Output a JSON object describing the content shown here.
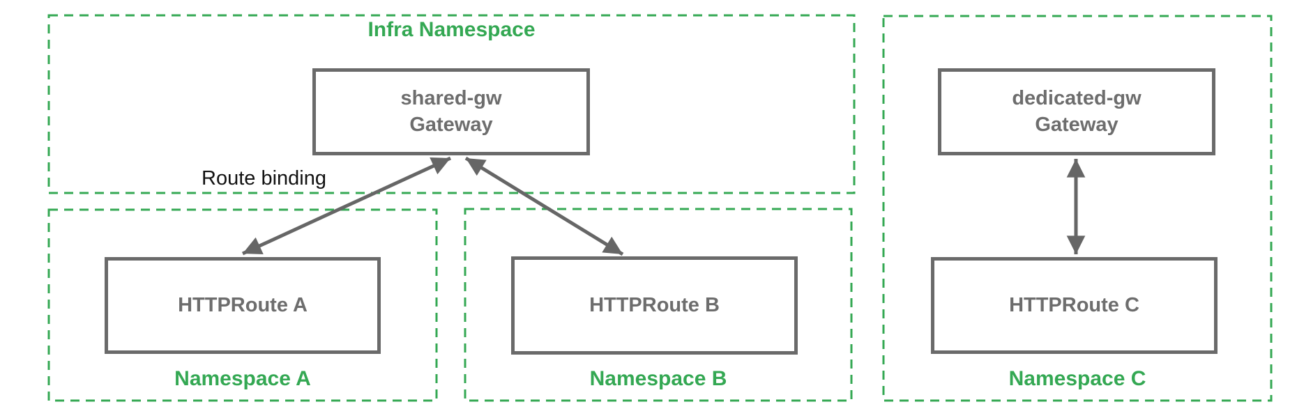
{
  "colors": {
    "green": "#34A853",
    "box_border_gray": "#6a6a6a",
    "box_text_gray": "#6d6d6d",
    "arrow_gray": "#666666",
    "annotation_black": "#111111"
  },
  "infra_namespace": {
    "title": "Infra Namespace",
    "gateway": {
      "name": "shared-gw",
      "kind": "Gateway"
    }
  },
  "route_binding_label": "Route binding",
  "namespace_a": {
    "title": "Namespace A",
    "route": "HTTPRoute A"
  },
  "namespace_b": {
    "title": "Namespace B",
    "route": "HTTPRoute B"
  },
  "namespace_c": {
    "title": "Namespace C",
    "gateway": {
      "name": "dedicated-gw",
      "kind": "Gateway"
    },
    "route": "HTTPRoute C"
  }
}
